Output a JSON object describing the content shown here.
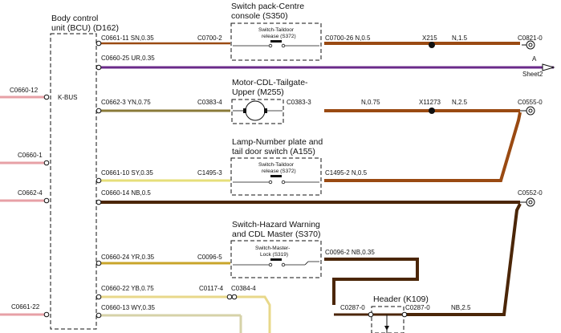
{
  "colors": {
    "sn": "#9a4a12",
    "n": "#9a4a12",
    "ur": "#6a2a8a",
    "yn": "#8a7a38",
    "sy": "#e6df7a",
    "nb": "#4b2608",
    "yr": "#c9a52a",
    "yb": "#e8d88a",
    "wy": "#d6d2a8",
    "red_pink": "#e7a0a6",
    "border": "#111111"
  },
  "bcu": {
    "title_line1": "Body control",
    "title_line2": "unit (BCU) (D162)",
    "kbus": "K-BUS"
  },
  "left_pins": [
    {
      "label": "C0660-12"
    },
    {
      "label": "C0660-1"
    },
    {
      "label": "C0662-4"
    },
    {
      "label": "C0661-22"
    }
  ],
  "bcu_pins": [
    {
      "label": "C0661-11  SN,0.35"
    },
    {
      "label": "C0660-25  UR,0.35"
    },
    {
      "label": "C0662-3  YN,0.75"
    },
    {
      "label": "C0661-10  SY,0.35"
    },
    {
      "label": "C0660-14  NB,0.5"
    },
    {
      "label": "C0660-24  YR,0.35"
    },
    {
      "label": "C0660-22  YB,0.75"
    },
    {
      "label": "C0660-13  WY,0.35"
    }
  ],
  "components": {
    "s350": {
      "line1": "Switch pack-Centre",
      "line2": "console (S350)",
      "inner1": "Switch-Taildoor",
      "inner2": "release (S372)",
      "left": "C0700-2",
      "right": "C0700-26  N,0.5"
    },
    "m255": {
      "line1": "Motor-CDL-Tailgate-",
      "line2": "Upper (M255)",
      "left": "C0383-4",
      "right": "C0383-3"
    },
    "a155": {
      "line1": "Lamp-Number plate and",
      "line2": "tail door switch (A155)",
      "inner1": "Switch-Taildoor",
      "inner2": "release (S372)",
      "left": "C1495-3",
      "right": "C1495-2  N,0.5"
    },
    "s370": {
      "line1": "Switch-Hazard Warning",
      "line2": "and CDL Master (S370)",
      "inner1": "Switch-Master-",
      "inner2": "Lock (S319)",
      "left": "C0096-5",
      "right": "C0096-2  NB,0.35"
    },
    "k109": {
      "line1": "Header (K109)",
      "left": "C0287-0",
      "right": "C0287-0"
    }
  },
  "wire_labels": {
    "x215": "X215",
    "n15": "N,1.5",
    "c0821": "C0821-0",
    "sheet_a": "A",
    "sheet2": "Sheet2",
    "n075": "N,0.75",
    "x11273": "X11273",
    "n25": "N,2.5",
    "c0555": "C0555-0",
    "c0552": "C0552-0",
    "c0117": "C0117-4",
    "c0384": "C0384-4",
    "nb25": "NB,2.5"
  }
}
